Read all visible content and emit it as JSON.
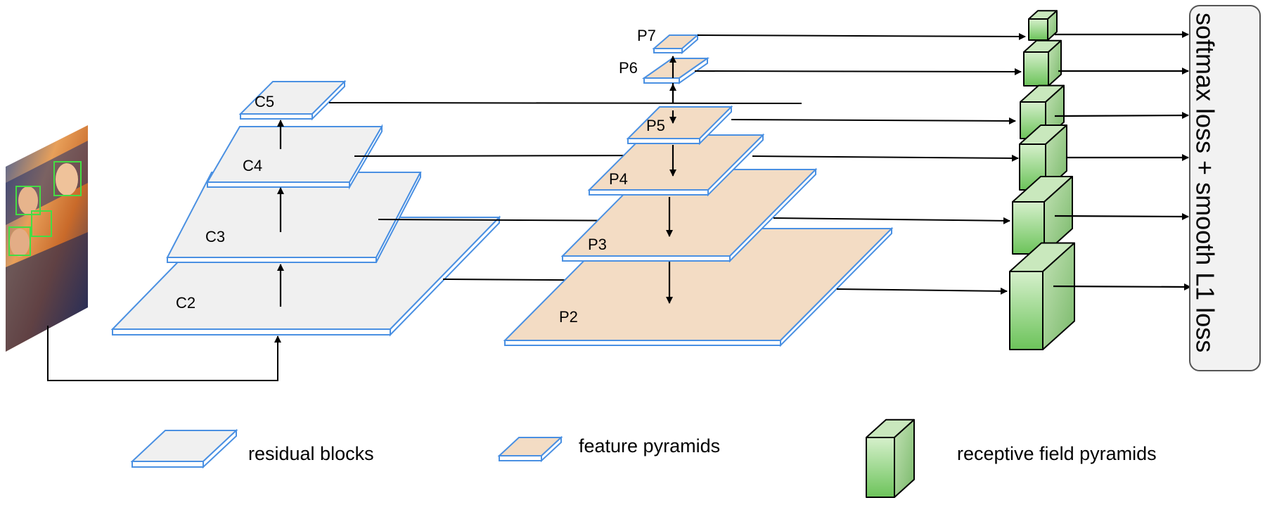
{
  "residual_blocks": [
    "C2",
    "C3",
    "C4",
    "C5"
  ],
  "feature_pyramids": [
    "P2",
    "P3",
    "P4",
    "P5",
    "P6",
    "P7"
  ],
  "loss_label": "softmax loss + smooth L1 loss",
  "legend": {
    "residual": "residual blocks",
    "feature": "feature pyramids",
    "receptive": "receptive field pyramids"
  },
  "colors": {
    "block_fill": "#f0f0f0",
    "block_edge": "#4a90e2",
    "pyramid_fill": "#f3dcc4",
    "cube_fill": "#8fd27a",
    "cube_edge": "#000000",
    "loss_box_fill": "#f2f2f2",
    "loss_box_edge": "#555555"
  },
  "input_image_icon": "crowd-photo-with-face-boxes"
}
